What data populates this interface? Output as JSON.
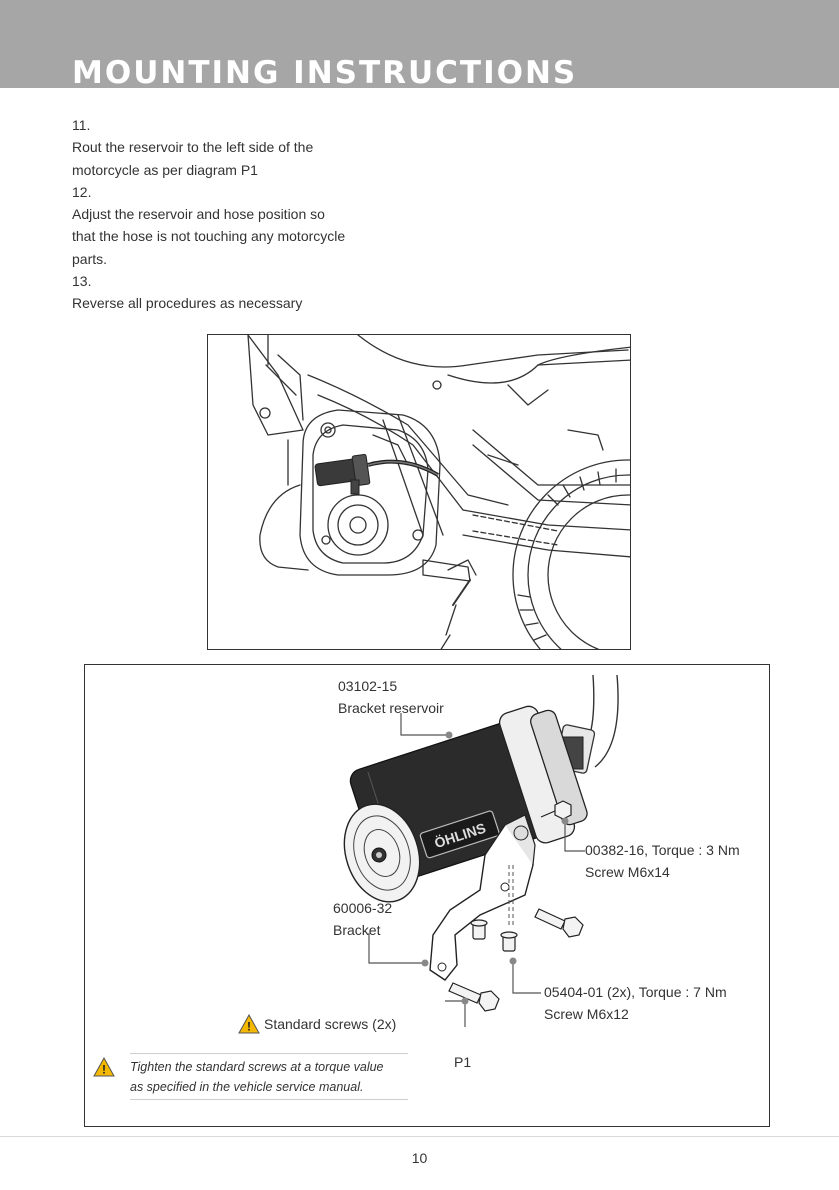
{
  "header": {
    "title": "MOUNTING INSTRUCTIONS"
  },
  "steps": [
    {
      "number": "11.",
      "lines": [
        "Rout the reservoir to the left side of the",
        "motorcycle as per diagram P1"
      ]
    },
    {
      "number": "12.",
      "lines": [
        "Adjust the reservoir and hose position so",
        "that the hose is not touching any motorcycle",
        "parts."
      ]
    },
    {
      "number": "13.",
      "lines": [
        "Reverse all procedures as necessary"
      ]
    }
  ],
  "figure2": {
    "labels": {
      "bracket_reservoir": {
        "code": "03102-15",
        "name": "Bracket reservoir"
      },
      "screw_m6x14": {
        "code": "00382-16, Torque : 3 Nm",
        "name": "Screw M6x14"
      },
      "bracket": {
        "code": "60006-32",
        "name": "Bracket"
      },
      "screw_m6x12": {
        "code": "05404-01 (2x), Torque : 7 Nm",
        "name": "Screw M6x12"
      },
      "standard_screws": "Standard screws (2x)"
    },
    "reservoir_logo": "ÖHLINS",
    "note": [
      "Tighten the standard screws at a torque value",
      "as specified in the vehicle service manual."
    ],
    "caption": "P1"
  },
  "footer": {
    "page_number": "10"
  },
  "colors": {
    "header_bg": "#a6a6a6",
    "warning_yellow": "#f5b800"
  }
}
